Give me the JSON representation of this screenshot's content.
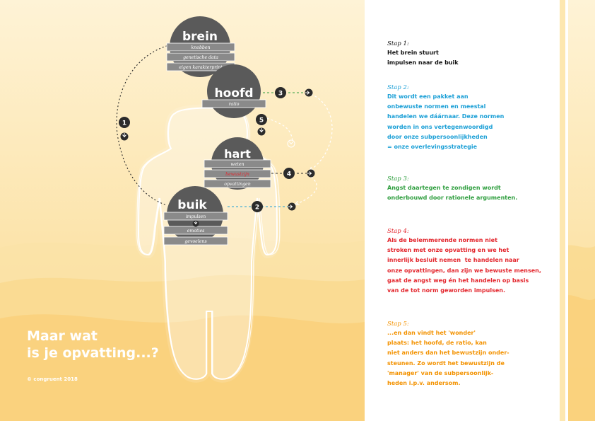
{
  "colors": {
    "background": "#fdecc4",
    "panel": "#ffffff",
    "stripe": "#fbdc90",
    "dark": "#2b2b2b",
    "grey": "#5a5a5a",
    "bar": "#8a8a8a",
    "step1": "#111111",
    "step2": "#1a9fd6",
    "step3": "#2e9e3e",
    "step4": "#e3262d",
    "step5": "#f39200"
  },
  "nodes": {
    "brein": {
      "label": "brein",
      "bars": [
        "knobben",
        "genetische data",
        "eigen karakterprint"
      ]
    },
    "hoofd": {
      "label": "hoofd",
      "bars": [
        "ratio"
      ]
    },
    "hart": {
      "label": "hart",
      "bars": [
        "weten",
        "bewustzijn",
        "opvattingen"
      ]
    },
    "buik": {
      "label": "buik",
      "bars": [
        "impulsen",
        "emoties",
        "gevoelens"
      ]
    }
  },
  "numbers": [
    "1",
    "2",
    "3",
    "4",
    "5"
  ],
  "heading": {
    "line1": "Maar wat",
    "line2": "is je opvatting...?"
  },
  "copyright": "© congruent 2018",
  "steps": [
    {
      "title": "Stap 1:",
      "body": "Het brein stuurt\nimpulsen naar de buik"
    },
    {
      "title": "Stap 2:",
      "body": "Dit wordt een pakket aan\nonbewuste normen en meestal\nhandelen we dáárnaar. Deze normen\nworden in ons vertegenwoordigd\ndoor onze subpersoonlijkheden\n= onze overlevingsstrategie"
    },
    {
      "title": "Stap 3:",
      "body": "Angst daartegen te zondigen wordt\nonderbouwd door rationele argumenten."
    },
    {
      "title": "Stap 4:",
      "body": "Als de belemmerende normen niet\nstroken met onze opvatting en we het\ninnerlijk besluit nemen  te handelen naar\nonze opvattingen, dan zijn we bewuste mensen,\ngaat de angst weg én het handelen op basis\nvan de tot norm geworden impulsen."
    },
    {
      "title": "Stap 5:",
      "body": "...en dan vindt het 'wonder'\nplaats: het hoofd, de ratio, kan\nniet anders dan het bewustzijn onder-\nsteunen. Zo wordt het bewustzijn de\n'manager' van de subpersoonlijk-\nheden i.p.v. andersom."
    }
  ]
}
